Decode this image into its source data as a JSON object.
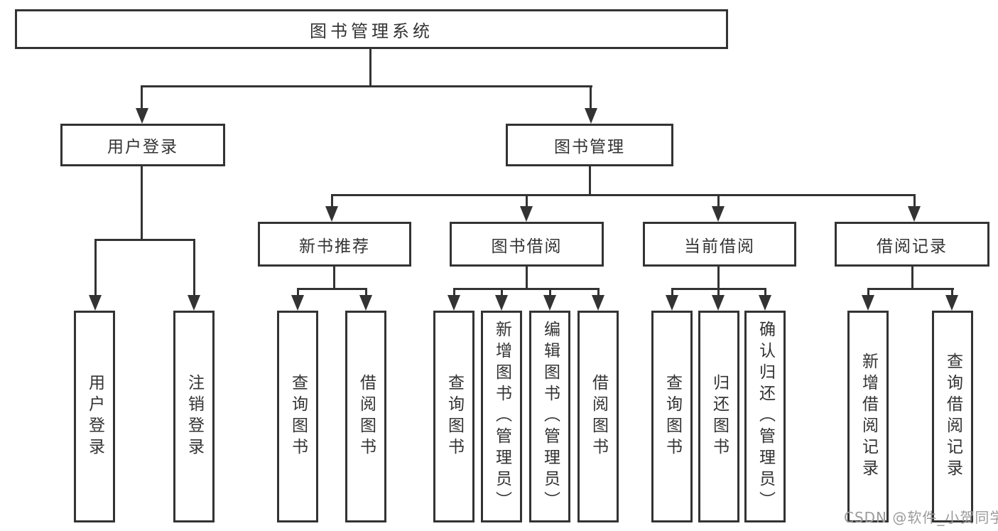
{
  "colors": {
    "line": "#333333",
    "box_border": "#333333",
    "text": "#333333",
    "background": "#ffffff",
    "watermark": "#9b9b9b"
  },
  "tree": {
    "root": {
      "label": "图书管理系统",
      "children": [
        {
          "label": "用户登录",
          "children": [
            {
              "label": "用户登录"
            },
            {
              "label": "注销登录"
            }
          ]
        },
        {
          "label": "图书管理",
          "children": [
            {
              "label": "新书推荐",
              "children": [
                {
                  "label": "查询图书"
                },
                {
                  "label": "借阅图书"
                }
              ]
            },
            {
              "label": "图书借阅",
              "children": [
                {
                  "label": "查询图书"
                },
                {
                  "label": "新增图书（管理员）"
                },
                {
                  "label": "编辑图书（管理员）"
                },
                {
                  "label": "借阅图书"
                }
              ]
            },
            {
              "label": "当前借阅",
              "children": [
                {
                  "label": "查询图书"
                },
                {
                  "label": "归还图书"
                },
                {
                  "label": "确认归还（管理员）"
                }
              ]
            },
            {
              "label": "借阅记录",
              "children": [
                {
                  "label": "新增借阅记录"
                },
                {
                  "label": "查询借阅记录"
                }
              ]
            }
          ]
        }
      ]
    }
  },
  "watermark": {
    "text": "CSDN @软件_小贺同学"
  }
}
